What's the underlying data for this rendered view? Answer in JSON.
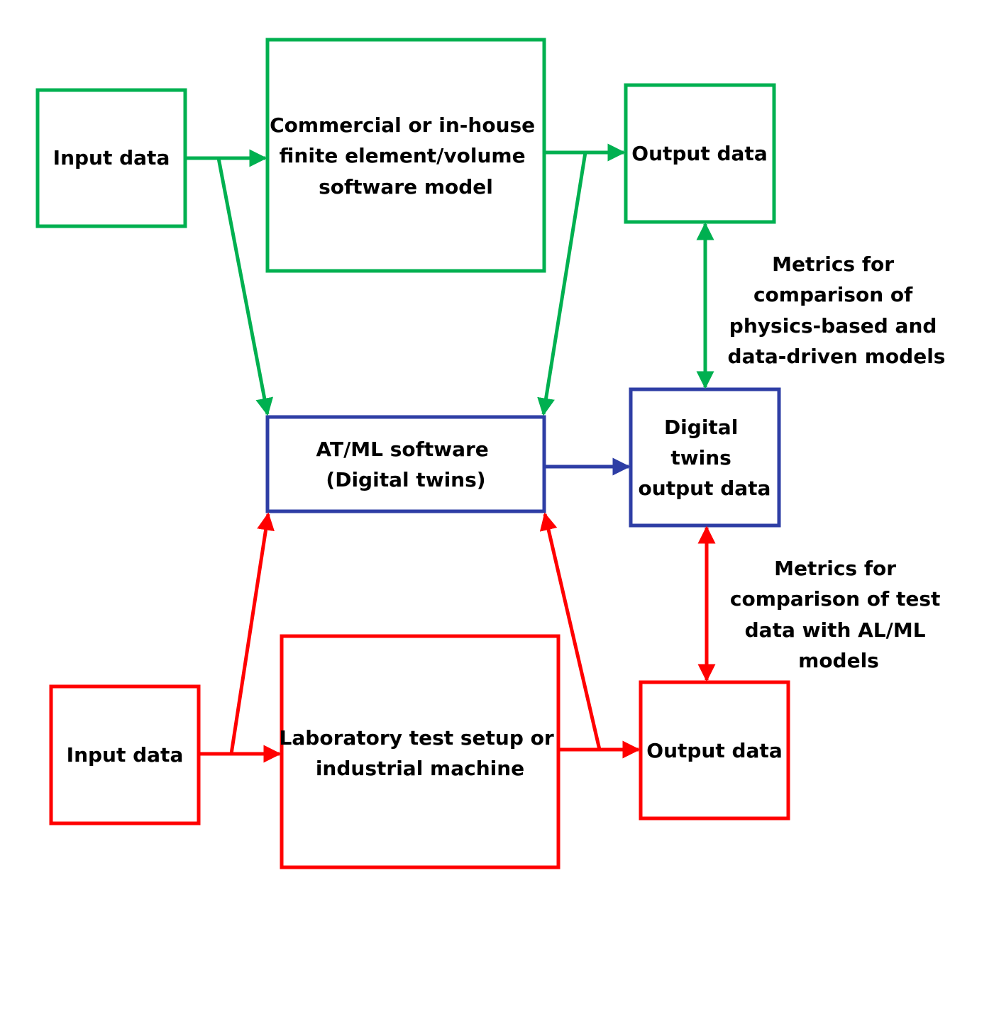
{
  "colors": {
    "physics": "#00b050",
    "digital": "#2e3ea5",
    "test": "#ff0000",
    "text": "#000000"
  },
  "boxes": {
    "input_top": {
      "lines": [
        "Input data"
      ]
    },
    "fe_model": {
      "lines": [
        "Commercial or in-house",
        "finite element/volume",
        "software model"
      ]
    },
    "output_top": {
      "lines": [
        "Output data"
      ]
    },
    "aiml": {
      "lines": [
        "AT/ML software",
        "(Digital twins)"
      ]
    },
    "dt_output": {
      "lines": [
        "Digital",
        "twins",
        "output data"
      ]
    },
    "input_bottom": {
      "lines": [
        "Input data"
      ]
    },
    "lab_setup": {
      "lines": [
        "Laboratory test setup or",
        "industrial machine"
      ]
    },
    "output_bottom": {
      "lines": [
        "Output data"
      ]
    }
  },
  "annotations": {
    "metrics_physics": {
      "lines": [
        "Metrics for",
        "comparison of",
        "physics-based and",
        "data-driven models"
      ]
    },
    "metrics_test": {
      "lines": [
        "Metrics for",
        "comparison of test",
        "data with AL/ML",
        "models"
      ]
    }
  }
}
